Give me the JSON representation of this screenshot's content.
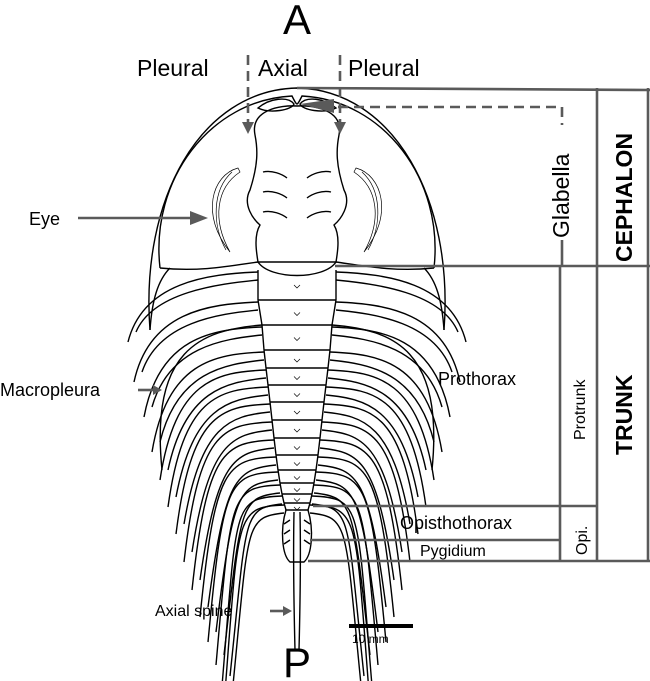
{
  "orientation": {
    "anterior": "A",
    "posterior": "P"
  },
  "top_labels": {
    "left": "Pleural",
    "center": "Axial",
    "right": "Pleural"
  },
  "left_labels": {
    "eye": "Eye",
    "macropleura": "Macropleura",
    "axial_spine": "Axial spine"
  },
  "body_labels": {
    "prothorax": "Prothorax",
    "opisthothorax": "Opisthothorax",
    "pygidium": "Pygidium"
  },
  "column_labels": {
    "glabella": "Glabella",
    "protrunk": "Protrunk",
    "opi": "Opi."
  },
  "tagma_labels": {
    "cephalon": "CEPHALON",
    "trunk": "TRUNK"
  },
  "scale_bar": {
    "label": "10 mm"
  },
  "colors": {
    "ink": "#000000",
    "annotation": "#5a5a5a",
    "background": "#ffffff"
  }
}
